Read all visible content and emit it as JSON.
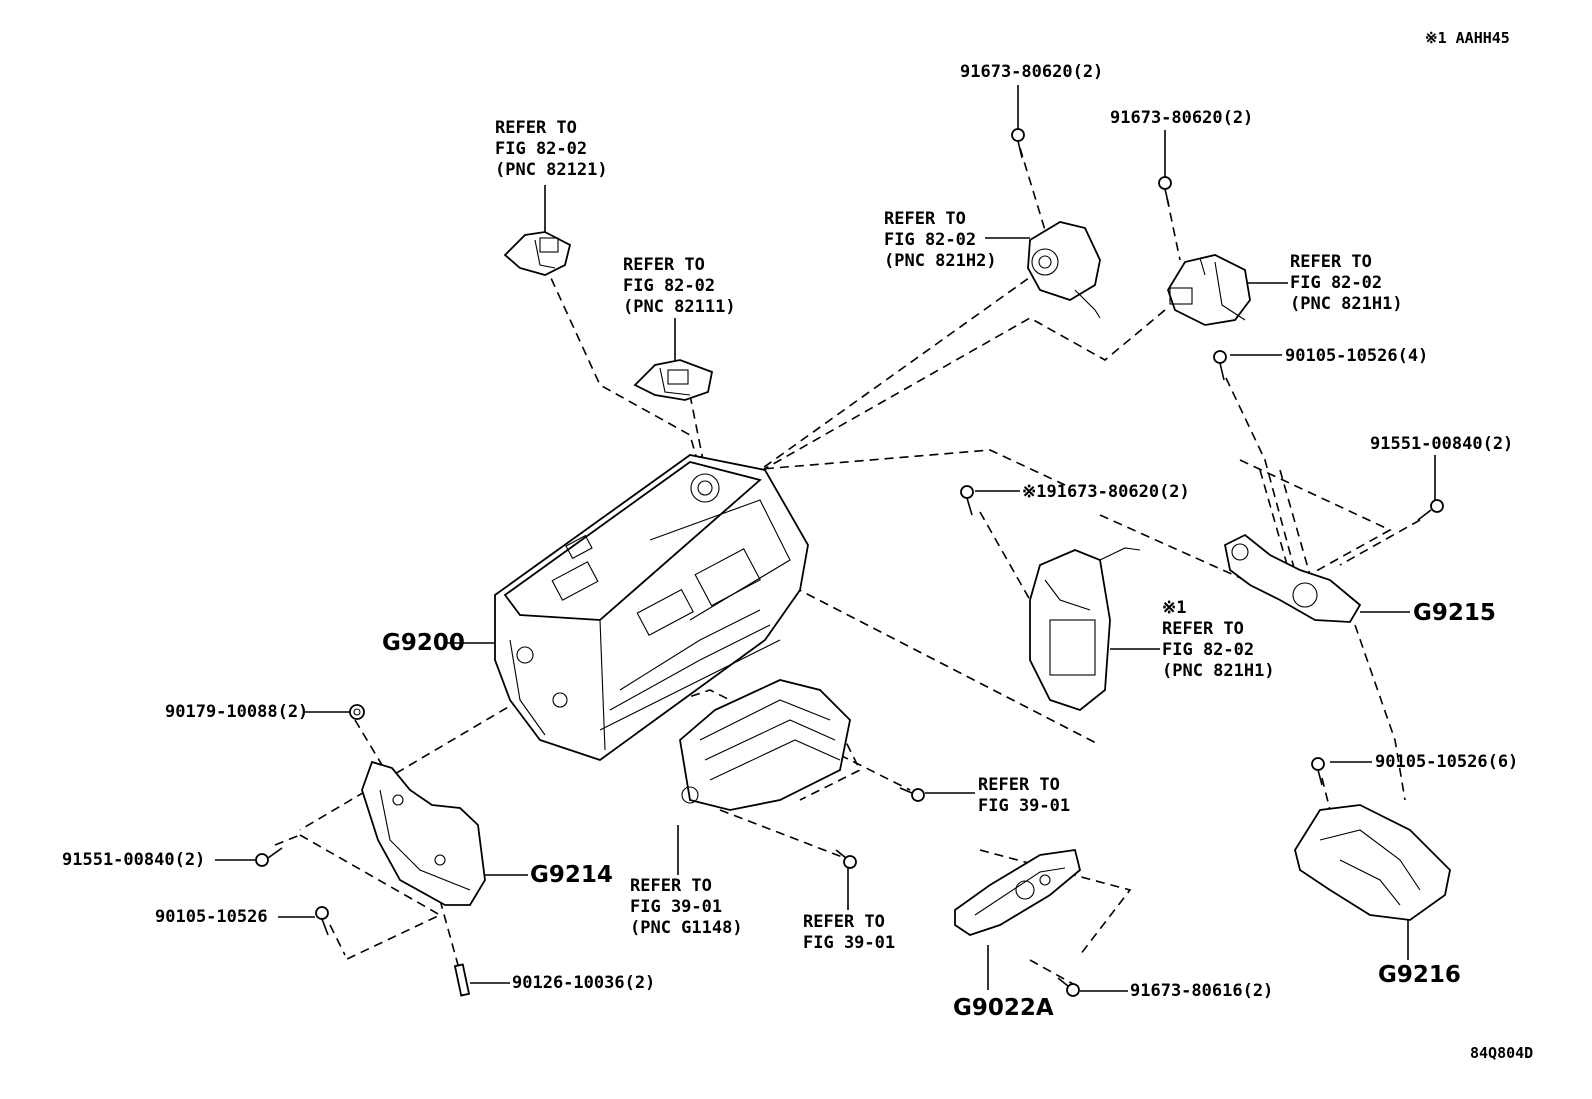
{
  "header_note": "※1 AAHH45",
  "figure_code": "84Q804D",
  "parts": {
    "g9200": "G9200",
    "g9214": "G9214",
    "g9215": "G9215",
    "g9216": "G9216",
    "g9022a": "G9022A"
  },
  "fasteners": {
    "f_91673_80620_a": "91673-80620(2)",
    "f_91673_80620_b": "91673-80620(2)",
    "f_90105_10526_4": "90105-10526(4)",
    "f_91551_00840_r": "91551-00840(2)",
    "f_x1_91673_80620": "※191673-80620(2)",
    "f_90179_10088": "90179-10088(2)",
    "f_91551_00840_l": "91551-00840(2)",
    "f_90105_10526": "90105-10526",
    "f_90126_10036": "90126-10036(2)",
    "f_90105_10526_6": "90105-10526(6)",
    "f_91673_80616": "91673-80616(2)"
  },
  "references": {
    "ref_82121": "REFER TO\nFIG 82-02\n(PNC 82121)",
    "ref_82111": "REFER TO\nFIG 82-02\n(PNC 82111)",
    "ref_821h2": "REFER TO\nFIG 82-02\n(PNC 821H2)",
    "ref_821h1_top": "REFER TO\nFIG 82-02\n(PNC 821H1)",
    "ref_821h1_x1": "※1\nREFER TO\nFIG 82-02\n(PNC 821H1)",
    "ref_39_01_right": "REFER TO\nFIG 39-01",
    "ref_g1148": "REFER TO\nFIG 39-01\n(PNC G1148)",
    "ref_39_01_bottom": "REFER TO\nFIG 39-01"
  }
}
